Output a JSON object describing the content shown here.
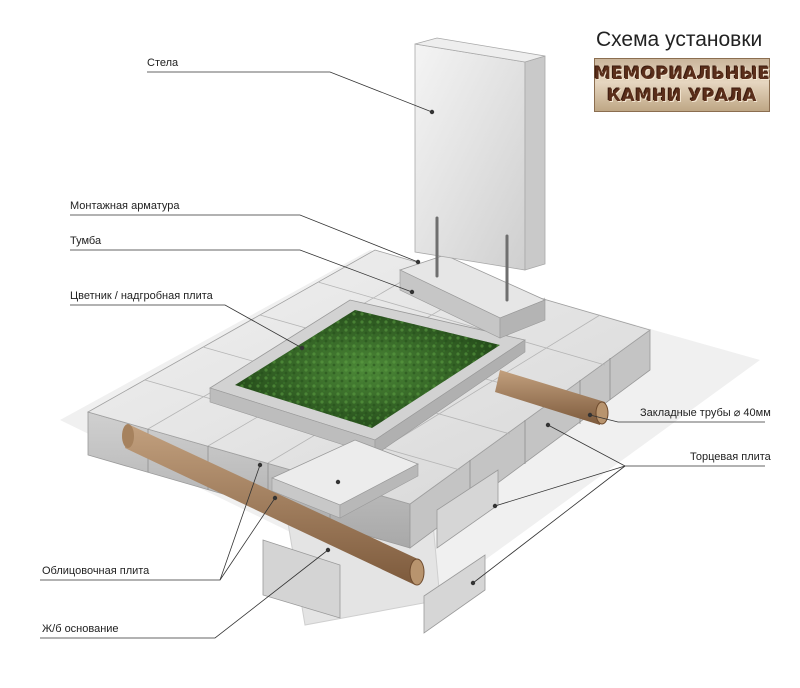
{
  "header": {
    "title": "Схема установки",
    "logo_line1": "МЕМОРИАЛЬНЫЕ",
    "logo_line2": "КАМНИ УРАЛА"
  },
  "labels": {
    "stela": "Стела",
    "armatura": "Монтажная арматура",
    "tumba": "Тумба",
    "tsvetnik": "Цветник / надгробная плита",
    "truby": "Закладные трубы ⌀ 40мм",
    "tortsevaya": "Торцевая плита",
    "oblitsovochnaya": "Облицовочная плита",
    "osnovanie": "Ж/б основание"
  },
  "colors": {
    "stone": "#dcdcdc",
    "stone_dark": "#b9b9b9",
    "grass": "#2e5a22",
    "grass_light": "#4f8a3a",
    "pipe": "#9a7a5e",
    "rebar": "#7a7a7a",
    "leader": "#333333"
  }
}
